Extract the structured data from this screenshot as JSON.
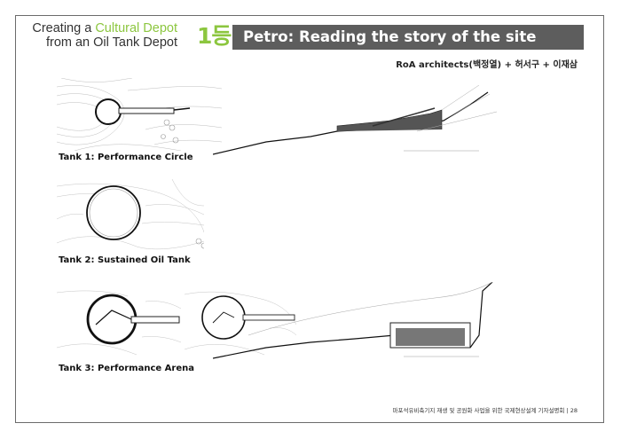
{
  "header": {
    "brand_prefix_1": "Creating a ",
    "brand_highlight": "Cultural Depot",
    "brand_line_2": "from an Oil Tank Depot",
    "rank": "1등",
    "title": "Petro: Reading the story of the site",
    "authors": "RoA architects(백정열) + 허서구 + 이재삼"
  },
  "drawings": [
    {
      "caption": "Tank 1: Performance Circle"
    },
    {
      "caption": "Tank 2: Sustained Oil Tank"
    },
    {
      "caption": "Tank 3: Performance Arena"
    }
  ],
  "footer": {
    "text": "마포석유비축기지 재생 및 공원화 사업을 위한 국제현상설계 기자설명회",
    "page": "28"
  },
  "colors": {
    "accent": "#8cc63f",
    "title_bar": "#5d5d5d",
    "border": "#6b6b6b"
  }
}
